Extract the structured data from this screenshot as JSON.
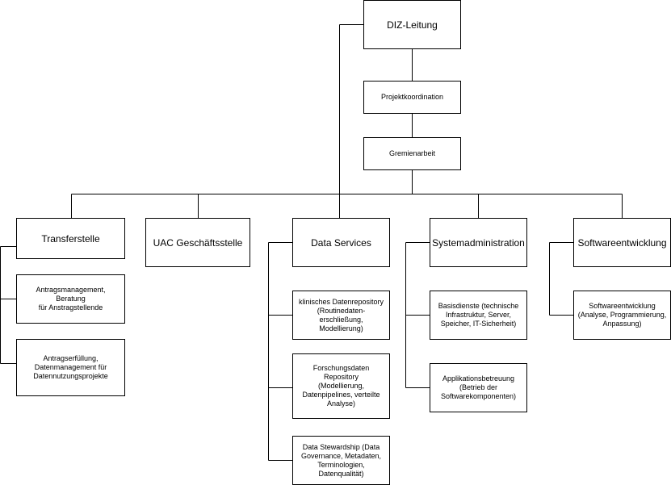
{
  "diagram": {
    "nodes": {
      "diz": "DIZ-Leitung",
      "projektkoordination": "Projektkoordination",
      "gremienarbeit": "Gremienarbeit",
      "transferstelle": "Transferstelle",
      "uac": "UAC Geschäftsstelle",
      "data_services": "Data Services",
      "systemadministration": "Systemadministration",
      "softwareentwicklung": "Softwareentwicklung",
      "transfer_1": "Antragsmanagement, Beratung\nfür Anstragstellende",
      "transfer_2": "Antragserfüllung,\nDatenmanagement für\nDatennutzungsprojekte",
      "ds_1": "klinisches Datenrepository\n(Routinedaten-erschließung,\nModellierung)",
      "ds_2": "Forschungsdaten Repository\n(Modellierung,\nDatenpipelines, verteilte\nAnalyse)",
      "ds_3": "Data Stewardship (Data\nGovernance, Metadaten,\nTerminologien, Datenqualität)",
      "sys_1": "Basisdienste (technische\nInfrastruktur, Server,\nSpeicher, IT-Sicherheit)",
      "sys_2": "Applikationsbetreuung\n(Betrieb der\nSoftwarekomponenten)",
      "sw_1": "Softwareentwicklung\n(Analyse, Programmierung,\nAnpassung)"
    },
    "line_color": "#000000"
  }
}
